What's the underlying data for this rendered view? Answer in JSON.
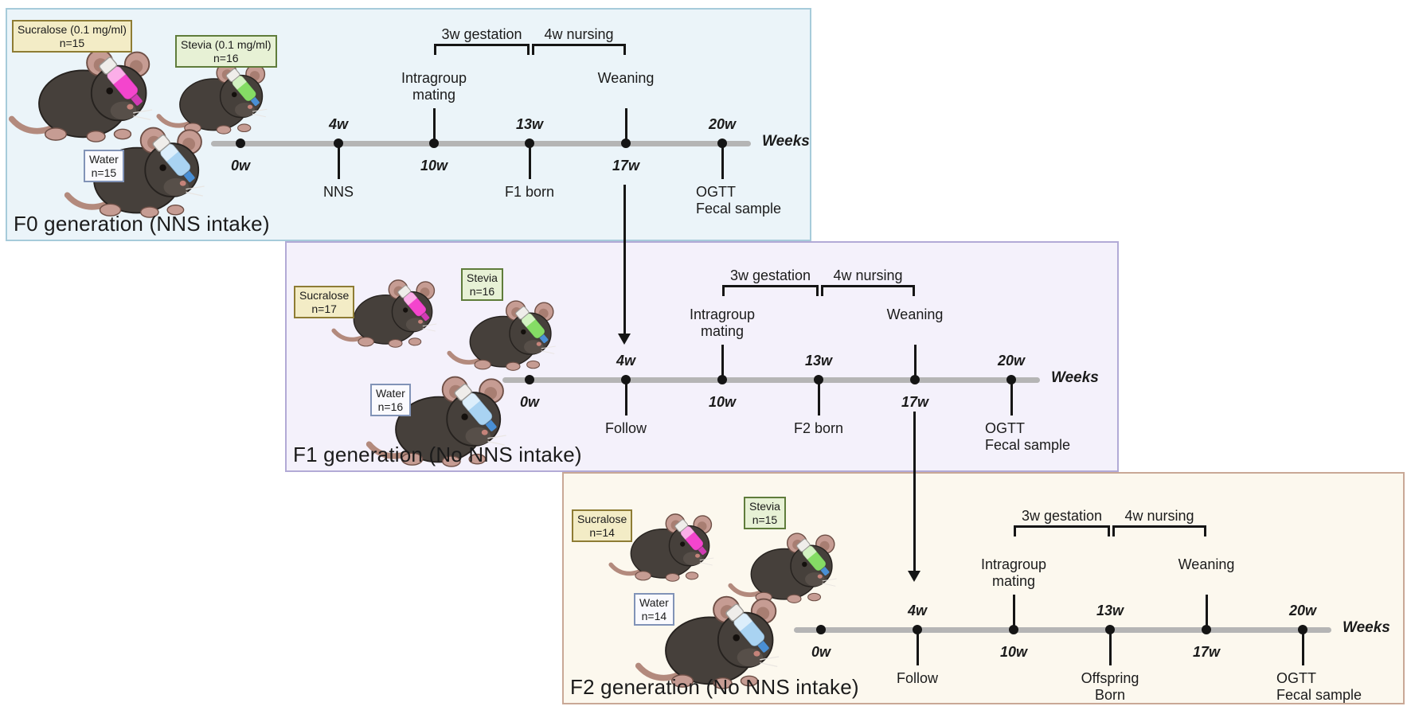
{
  "colors": {
    "text": "#1B1B1B",
    "timeline_bar": "#B5B5B5",
    "marker_dot": "#151515",
    "panel_f0_bg": "#EBF4F9",
    "panel_f0_border": "#A6CBDA",
    "panel_f1_bg": "#F4F1FB",
    "panel_f1_border": "#B2AAD6",
    "panel_f2_bg": "#FCF8EE",
    "panel_f2_border": "#C9A896",
    "label_sucralose_bg": "#F3ECC6",
    "label_sucralose_border": "#8E7C34",
    "label_stevia_bg": "#E7F1D5",
    "label_stevia_border": "#5F7C3B",
    "label_water_bg": "#FAFAFE",
    "label_water_border": "#8193B7",
    "bottle_sucralose_liquid": "#F445CD",
    "bottle_sucralose_light": "#FBAEE8",
    "bottle_sucralose_nozzle": "#D13BB4",
    "bottle_stevia_liquid": "#85DC65",
    "bottle_stevia_light": "#D3F2C2",
    "bottle_stevia_nozzle": "#4A8FD4",
    "bottle_water_liquid": "#A9D3F2",
    "bottle_water_light": "#DCEEFB",
    "bottle_water_nozzle": "#4A8FD4"
  },
  "panels": [
    {
      "id": "f0",
      "title": "F0 generation (NNS intake)",
      "axis_label": "Weeks",
      "groups": [
        {
          "id": "sucralose",
          "line1": "Sucralose (0.1 mg/ml)",
          "line2": "n=15"
        },
        {
          "id": "stevia",
          "line1": "Stevia (0.1 mg/ml)",
          "line2": "n=16"
        },
        {
          "id": "water",
          "line1": "Water",
          "line2": "n=15"
        }
      ],
      "brackets": [
        "3w gestation",
        "4w nursing"
      ],
      "markers": [
        {
          "week": "0w"
        },
        {
          "week": "4w",
          "event_side": "below",
          "event_lines": [
            "NNS"
          ]
        },
        {
          "week": "10w",
          "event_side": "above",
          "event_lines": [
            "Intragroup",
            "mating"
          ]
        },
        {
          "week": "13w",
          "event_side": "below",
          "event_lines": [
            "F1 born"
          ]
        },
        {
          "week": "17w",
          "event_side": "above",
          "event_lines": [
            "Weaning"
          ]
        },
        {
          "week": "20w",
          "event_side": "below",
          "event_align": "left",
          "event_lines": [
            "OGTT",
            "Fecal sample"
          ]
        }
      ]
    },
    {
      "id": "f1",
      "title": "F1 generation (No NNS intake)",
      "axis_label": "Weeks",
      "groups": [
        {
          "id": "sucralose",
          "line1": "Sucralose",
          "line2": "n=17"
        },
        {
          "id": "stevia",
          "line1": "Stevia",
          "line2": "n=16"
        },
        {
          "id": "water",
          "line1": "Water",
          "line2": "n=16"
        }
      ],
      "brackets": [
        "3w gestation",
        "4w nursing"
      ],
      "markers": [
        {
          "week": "0w"
        },
        {
          "week": "4w",
          "event_side": "below",
          "event_lines": [
            "Follow"
          ]
        },
        {
          "week": "10w",
          "event_side": "above",
          "event_lines": [
            "Intragroup",
            "mating"
          ]
        },
        {
          "week": "13w",
          "event_side": "below",
          "event_lines": [
            "F2 born"
          ]
        },
        {
          "week": "17w",
          "event_side": "above",
          "event_lines": [
            "Weaning"
          ]
        },
        {
          "week": "20w",
          "event_side": "below",
          "event_align": "left",
          "event_lines": [
            "OGTT",
            "Fecal sample"
          ]
        }
      ]
    },
    {
      "id": "f2",
      "title": "F2 generation (No NNS intake)",
      "axis_label": "Weeks",
      "groups": [
        {
          "id": "sucralose",
          "line1": "Sucralose",
          "line2": "n=14"
        },
        {
          "id": "stevia",
          "line1": "Stevia",
          "line2": "n=15"
        },
        {
          "id": "water",
          "line1": "Water",
          "line2": "n=14"
        }
      ],
      "brackets": [
        "3w gestation",
        "4w nursing"
      ],
      "markers": [
        {
          "week": "0w"
        },
        {
          "week": "4w",
          "event_side": "below",
          "event_lines": [
            "Follow"
          ]
        },
        {
          "week": "10w",
          "event_side": "above",
          "event_lines": [
            "Intragroup",
            "mating"
          ]
        },
        {
          "week": "13w",
          "event_side": "below",
          "event_lines": [
            "Offspring",
            "Born"
          ]
        },
        {
          "week": "17w",
          "event_side": "above",
          "event_lines": [
            "Weaning"
          ]
        },
        {
          "week": "20w",
          "event_side": "below",
          "event_align": "left",
          "event_lines": [
            "OGTT",
            "Fecal sample"
          ]
        }
      ]
    }
  ],
  "arrows": [
    {
      "id": "arrow-f0-weaning-to-f1"
    },
    {
      "id": "arrow-f1-weaning-to-f2"
    }
  ]
}
